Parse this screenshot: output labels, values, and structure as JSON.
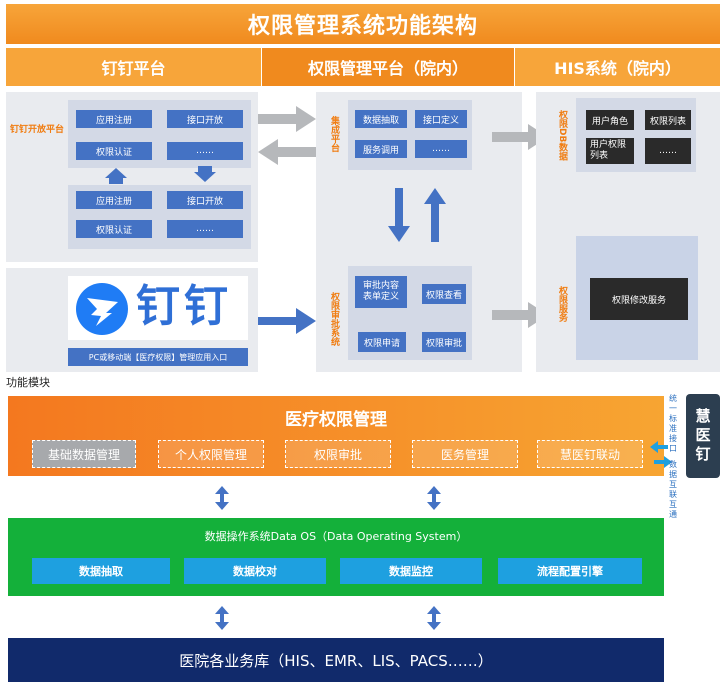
{
  "title": "权限管理系统功能架构",
  "headers": {
    "dingtalk": "钉钉平台",
    "permission": "权限管理平台（院内）",
    "his": "HIS系统（院内）"
  },
  "dingtalk_open": {
    "label": "钉钉开放平台",
    "top_grid": [
      "应用注册",
      "接口开放",
      "权限认证",
      "……"
    ],
    "bottom_grid": [
      "应用注册",
      "接口开放",
      "权限认证",
      "……"
    ]
  },
  "dingtalk_logo": {
    "text": "钉钉",
    "caption": "PC或移动端【医疗权限】管理应用入口"
  },
  "integration": {
    "label": "集成平台",
    "grid": [
      "数据抽取",
      "接口定义",
      "服务调用",
      "……"
    ]
  },
  "approval": {
    "label": "权限审批系统",
    "grid": [
      "审批内容表单定义",
      "权限查看",
      "权限申请",
      "权限审批"
    ]
  },
  "his_db": {
    "label": "权限DB数据",
    "grid": [
      "用户角色",
      "权限列表",
      "用户权限列表",
      "……"
    ]
  },
  "his_service": {
    "label": "权限服务",
    "box": "权限修改服务"
  },
  "func_module_label": "功能模块",
  "medical": {
    "title": "医疗权限管理",
    "buttons": [
      "基础数据管理",
      "个人权限管理",
      "权限审批",
      "医务管理",
      "慧医钉联动"
    ]
  },
  "side_note": {
    "top": "统一标准接口",
    "bottom": "数据互联互通"
  },
  "huiyiding": "慧医钉",
  "data_os": {
    "title": "数据操作系统Data OS（Data Operating System）",
    "buttons": [
      "数据抽取",
      "数据校对",
      "数据监控",
      "流程配置引擎"
    ]
  },
  "hospital_db": "医院各业务库（HIS、EMR、LIS、PACS……）",
  "colors": {
    "orange": "#f08a1e",
    "blue_box": "#4472c4",
    "green": "#14b03a",
    "navy": "#112a6b",
    "cyan": "#1ea0e0"
  }
}
